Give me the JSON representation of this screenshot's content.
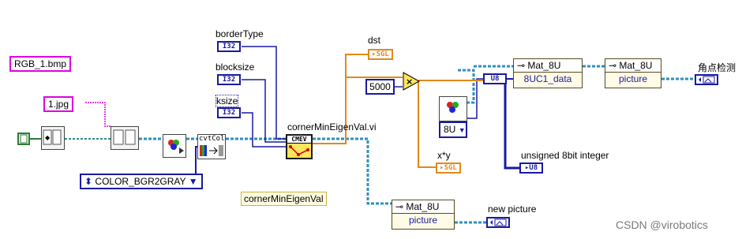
{
  "constants": {
    "rgb_file": "RGB_1.bmp",
    "jpg_file": "1.jpg",
    "color_code": "COLOR_BGR2GRAY",
    "num_5000": "5000"
  },
  "labels": {
    "border_type": "borderType",
    "blocksize": "blocksize",
    "ksize": "ksize",
    "dst": "dst",
    "vi_name": "cornerMinEigenVal.vi",
    "xy": "x*y",
    "unsigned": "unsigned 8bit integer",
    "corner_detect": "角点检测",
    "new_picture": "new picture",
    "caption": "cornerMinEigenVal"
  },
  "terminals": {
    "i32": "I32",
    "sgl": "SGL",
    "u8": "U8"
  },
  "nodes": {
    "mat_class": "Mat_8U",
    "picture_prop": "picture",
    "data_prop": "8UC1_data",
    "enum_8u": "8U",
    "cvt_label": "cvtCol",
    "cmev_label": "CMEV"
  },
  "watermark": "CSDN @virobotics",
  "colors": {
    "int_wire": "#1a1aa0",
    "float_wire": "#e08a1a",
    "class_wire": "#2e8fbf",
    "path_wire": "#2e7a3a",
    "string_wire": "#e000e0"
  }
}
